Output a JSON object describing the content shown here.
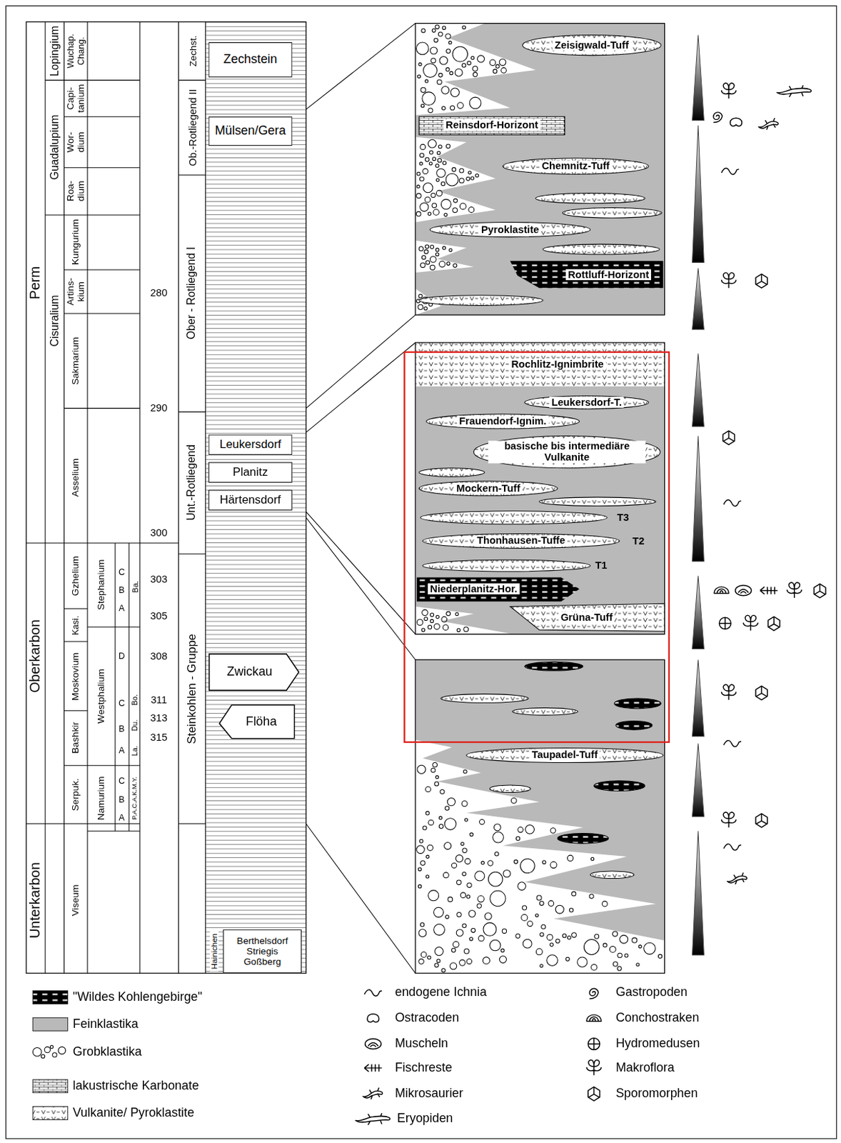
{
  "diagram": {
    "nodes": [
      {
        "text": [
          "Zechstein"
        ]
      },
      {
        "text": [
          "Mülsen/Gera"
        ]
      },
      {
        "text": [
          "Leukersdorf"
        ]
      },
      {
        "text": [
          "Planitz"
        ]
      },
      {
        "text": [
          "Härtensdorf"
        ]
      },
      {
        "text": [
          "Zwickau"
        ]
      },
      {
        "text": [
          "Flöha"
        ]
      },
      {
        "text": [
          "Berthelsdorf Striegis Goßberg"
        ]
      }
    ],
    "labels": [
      "Perm",
      "Oberkarbon",
      "Unterkarbon",
      "Lopingium",
      "Guadalupium",
      "Cisuralium",
      "Wuchap.",
      "Chang.",
      "Capi- tanium",
      "Wor- dium",
      "Roa- dium",
      "Kungurium",
      "Artins- kium",
      "Sakmarium",
      "Asselium",
      "Gzhelium",
      "Kasi.",
      "Moskovium",
      "Bashkir",
      "Serpuk.",
      "Viseum",
      "Stephanium",
      "A",
      "B",
      "C",
      "Ba.",
      "Westphalium",
      "A",
      "B",
      "C",
      "D",
      "La.",
      "Du.",
      "Bo.",
      "Namurium",
      "A",
      "B",
      "C",
      "P.A.C.A.K.M.Y.",
      "280",
      "290",
      "300",
      "303",
      "305",
      "308",
      "311",
      "313",
      "315",
      "Zechst.",
      "Ob.-Rotliegend II",
      "Ober - Rotliegend I",
      "Unt.-Rotliegend",
      "Steinkohlen - Gruppe",
      "Hainichen",
      "Zeisigwald-Tuff",
      "Reinsdorf-Horizont",
      "Chemnitz-Tuff",
      "Pyroklastite",
      "Rottluff-Horizont",
      "Rochlitz-Ignimbrite",
      "Leukersdorf-T.",
      "Frauendorf-Ignim.",
      "basische bis intermediäre Vulkanite",
      "Mockern-Tuff",
      "T3",
      "Thonhausen-Tuffe",
      "T2",
      "T1",
      "Niederplanitz-Hor.",
      "Grüna-Tuff",
      "Taupadel-Tuff"
    ],
    "legend": [
      {
        "text": "\"Wildes Kohlengebirge\""
      },
      {
        "text": "Feinklastika",
        "color": "#b9b9b9"
      },
      {
        "text": "Grobklastika"
      },
      {
        "text": "lakustrische Karbonate"
      },
      {
        "text": "Vulkanite/ Pyroklastite"
      },
      {
        "text": "endogene Ichnia"
      },
      {
        "text": "Ostracoden"
      },
      {
        "text": "Muscheln"
      },
      {
        "text": "Fischreste"
      },
      {
        "text": "Mikrosaurier"
      },
      {
        "text": "Eryopiden"
      },
      {
        "text": "Gastropoden"
      },
      {
        "text": "Conchostraken"
      },
      {
        "text": "Hydromedusen"
      },
      {
        "text": "Makroflora"
      },
      {
        "text": "Sporomorphen"
      }
    ]
  }
}
